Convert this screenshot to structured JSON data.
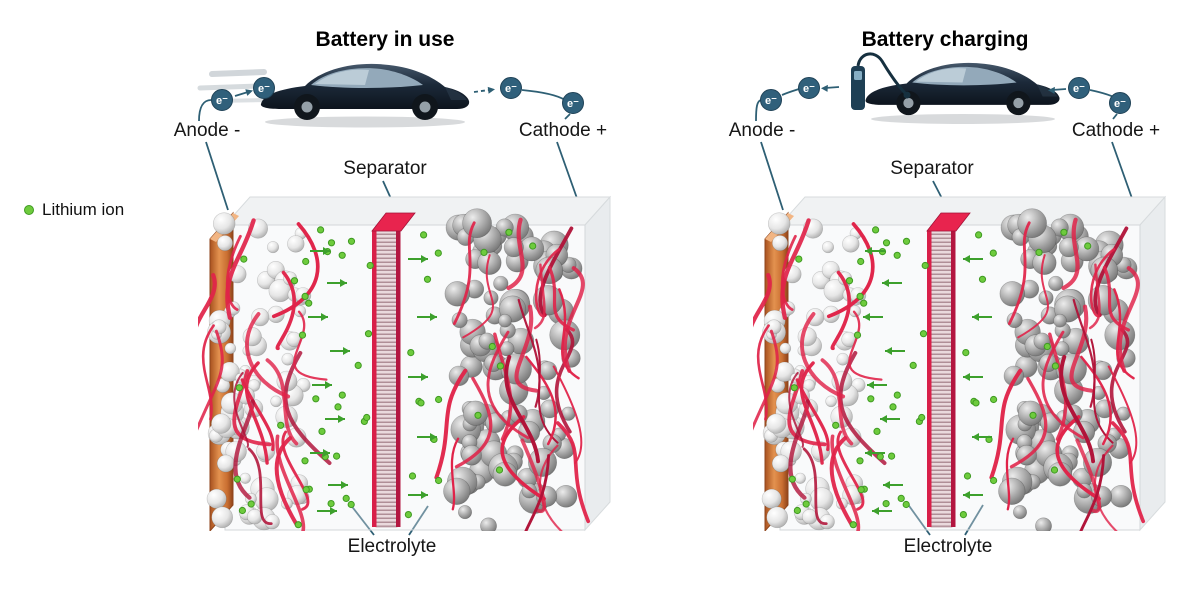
{
  "legend": {
    "label": "Lithium ion"
  },
  "panels": [
    {
      "title": "Battery in use",
      "anode_label": "Anode -",
      "cathode_label": "Cathode +",
      "separator_label": "Separator",
      "electrolyte_label": "Electrolyte",
      "electron_symbol": "e⁻",
      "ion_direction": "right",
      "electron_flow": "anode-to-cathode",
      "car_state": "driving"
    },
    {
      "title": "Battery charging",
      "anode_label": "Anode -",
      "cathode_label": "Cathode +",
      "separator_label": "Separator",
      "electrolyte_label": "Electrolyte",
      "electron_symbol": "e⁻",
      "ion_direction": "left",
      "electron_flow": "cathode-to-anode",
      "car_state": "charging"
    }
  ],
  "colors": {
    "lithium_ion": "#6ecb3d",
    "ion_arrow": "#3da02c",
    "electron_badge": "#30607b",
    "leader_line": "#2e5f74",
    "fiber": "#e02349",
    "separator_top": "#e8244e",
    "anode_foil": "#c96e31",
    "cathode_particle": "#8f8f8f"
  }
}
